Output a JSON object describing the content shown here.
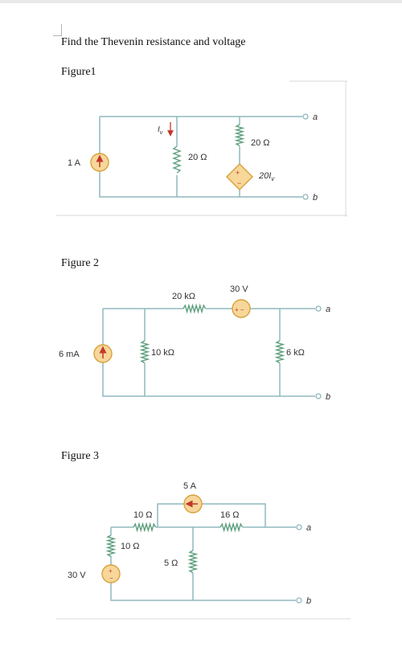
{
  "heading": "Find the Thevenin resistance and voltage",
  "figure_titles": [
    "Figure1",
    "Figure 2",
    "Figure 3"
  ],
  "fig1": {
    "source": "1 A",
    "r1": "20 Ω",
    "r2": "20 Ω",
    "dep_source": "20I",
    "dep_sub": "v",
    "current_label": "I",
    "current_sub": "v",
    "term_a": "a",
    "term_b": "b"
  },
  "fig2": {
    "source": "6 mA",
    "r_left": "10 kΩ",
    "r_top": "20 kΩ",
    "v_source": "30 V",
    "r_right": "6 kΩ",
    "term_a": "a",
    "term_b": "b"
  },
  "fig3": {
    "v_source": "30 V",
    "r_vertical": "10 Ω",
    "r_top_left": "10 Ω",
    "r_mid": "5 Ω",
    "r_top_right": "16 Ω",
    "i_source": "5 A",
    "term_a": "a",
    "term_b": "b"
  }
}
